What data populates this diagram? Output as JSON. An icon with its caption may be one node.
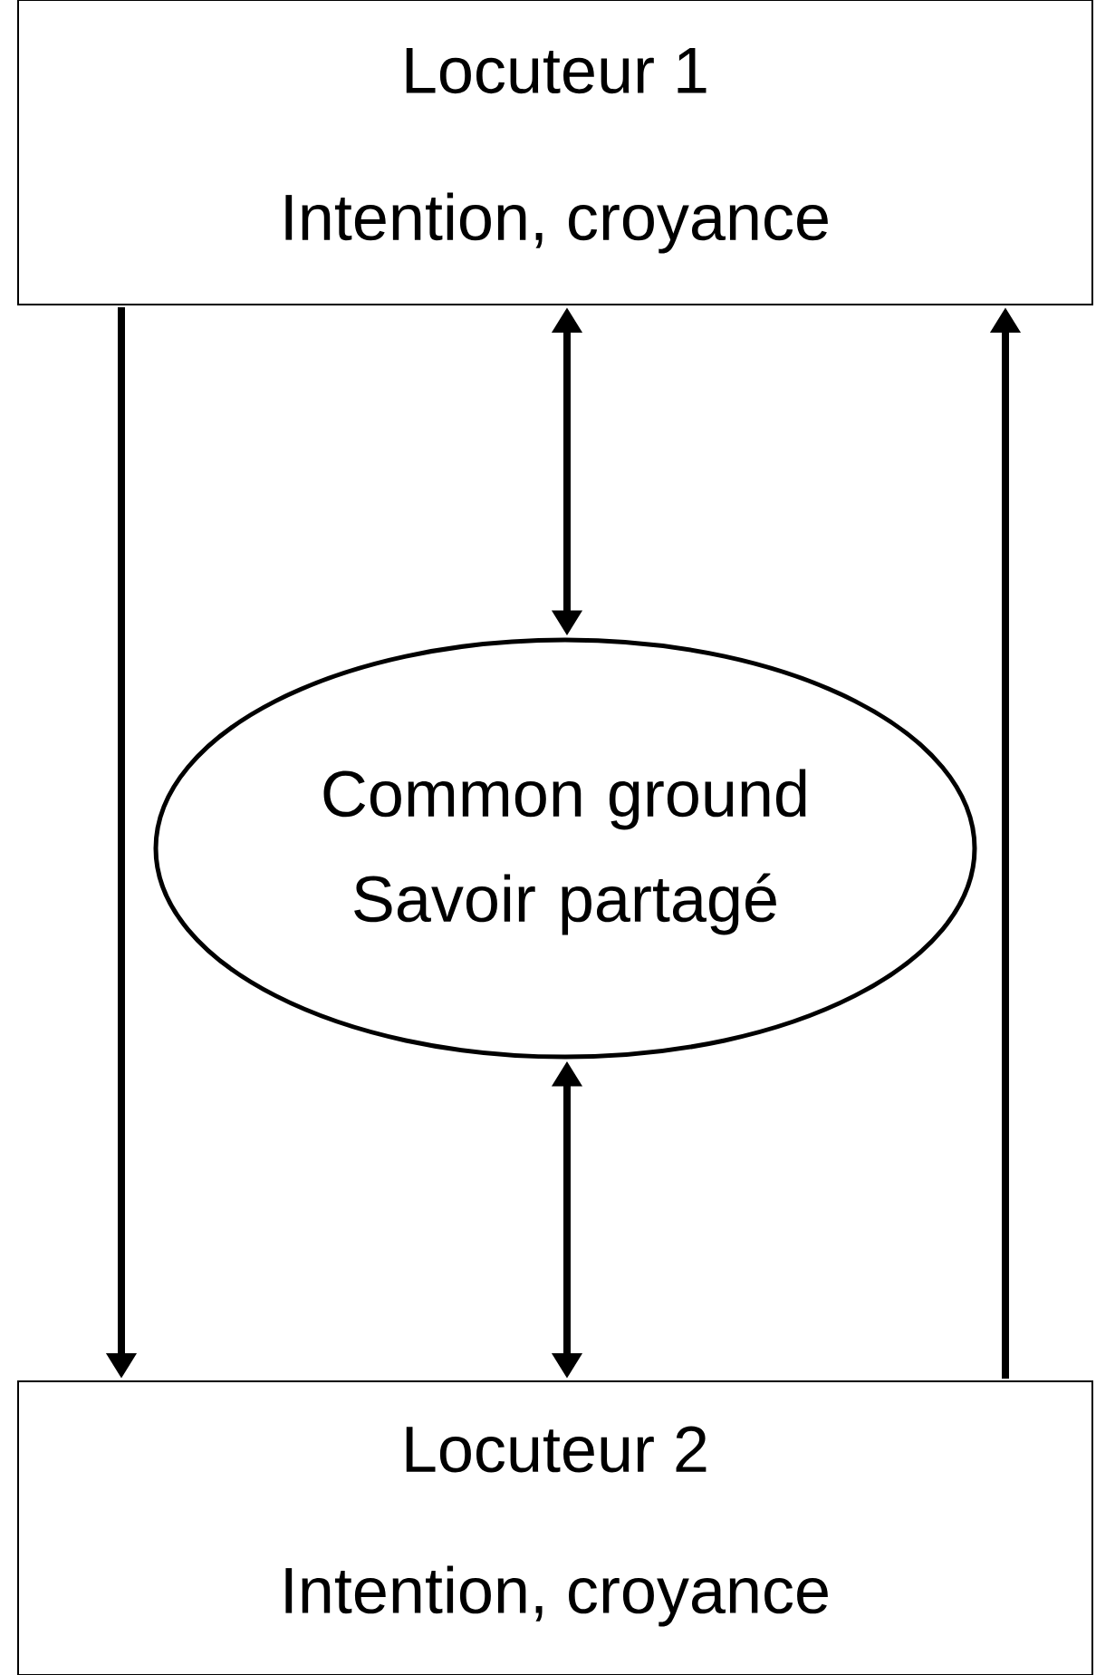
{
  "diagram": {
    "nodes": [
      {
        "text": [
          "Locuteur 1",
          "Intention, croyance"
        ]
      },
      {
        "text": [
          "Common ground Savoir partagé"
        ]
      },
      {
        "text": [
          "Locuteur 2",
          "Intention, croyance"
        ]
      }
    ],
    "edges": [
      {
        "from": 0,
        "to": 2,
        "arrow": "to"
      },
      {
        "from": 2,
        "to": 0,
        "arrow": "to"
      },
      {
        "from": 0,
        "to": 1,
        "arrow": "both"
      },
      {
        "from": 1,
        "to": 2,
        "arrow": "both"
      }
    ]
  }
}
